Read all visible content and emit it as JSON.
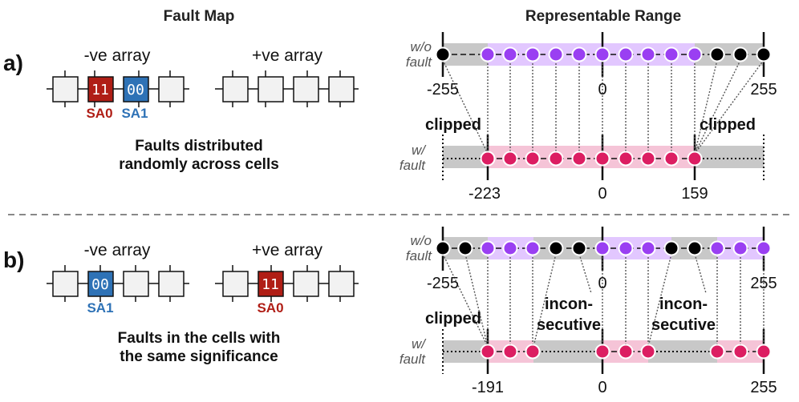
{
  "headers": {
    "fault_map": "Fault Map",
    "representable_range": "Representable Range"
  },
  "colors": {
    "sa0": "#b01e16",
    "sa1": "#2e72b6",
    "node_ok": "#9a3ff2",
    "node_fault": "#dc1e62",
    "node_unused": "#000000",
    "band_gray": "#c8c8c8",
    "band_purple": "#e2c7ff",
    "band_pink": "#f5c4d7",
    "cell_fill": "#f2f2f2"
  },
  "rows": [
    {
      "label": "a)",
      "neg_array_label": "-ve array",
      "pos_array_label": "+ve array",
      "neg_faults": [
        {
          "bits": "11",
          "type": "SA0"
        },
        {
          "bits": "00",
          "type": "SA1"
        }
      ],
      "pos_faults": [],
      "description": [
        "Faults distributed",
        "randomly across cells"
      ],
      "wo_label": [
        "w/o",
        "fault"
      ],
      "w_label": [
        "w/",
        "fault"
      ],
      "top_ticks": [
        "-255",
        "0",
        "255"
      ],
      "bottom_ticks": [
        "-223",
        "0",
        "159"
      ],
      "annotations": [
        "clipped",
        "clipped"
      ]
    },
    {
      "label": "b)",
      "neg_array_label": "-ve array",
      "pos_array_label": "+ve array",
      "neg_faults": [
        {
          "bits": "00",
          "type": "SA1"
        }
      ],
      "pos_faults": [
        {
          "bits": "11",
          "type": "SA0"
        }
      ],
      "description": [
        "Faults in the cells with",
        "the same significance"
      ],
      "wo_label": [
        "w/o",
        "fault"
      ],
      "w_label": [
        "w/",
        "fault"
      ],
      "top_ticks": [
        "-255",
        "0",
        "255"
      ],
      "bottom_ticks": [
        "-191",
        "0",
        "255"
      ],
      "annotations": [
        "clipped",
        "incon-",
        "secutive",
        "incon-",
        "secutive"
      ]
    }
  ]
}
